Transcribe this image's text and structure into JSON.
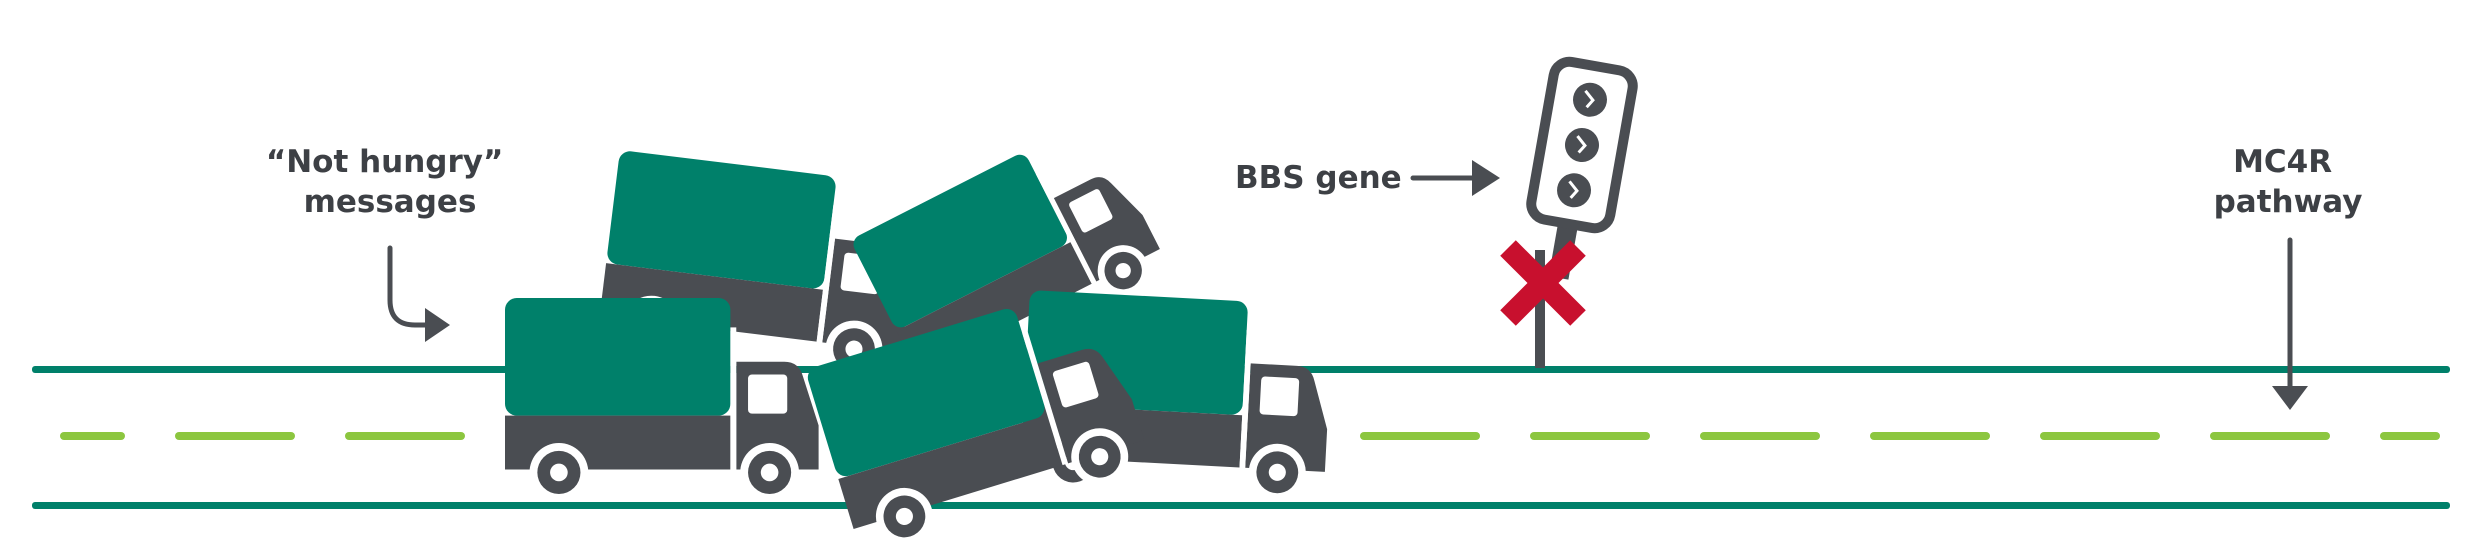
{
  "labels": {
    "messages_line1": "“Not hungry”",
    "messages_line2": "messages",
    "gene": "BBS gene",
    "pathway_line1": "MC4R",
    "pathway_line2": "pathway"
  },
  "colors": {
    "green": "#00806a",
    "dark": "#4a4d52",
    "lime": "#8cc63f",
    "red": "#c8102e",
    "white": "#ffffff"
  },
  "icons": [
    "truck-icon",
    "traffic-light-icon",
    "stop-x-icon",
    "arrow-icon"
  ]
}
